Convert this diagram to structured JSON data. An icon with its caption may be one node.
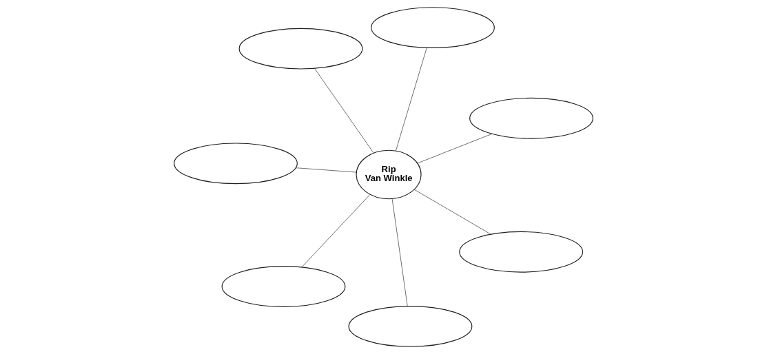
{
  "diagram": {
    "nodes": [
      {
        "text": [],
        "shape": "ellipse"
      },
      {
        "text": [],
        "shape": "ellipse"
      },
      {
        "text": [],
        "shape": "ellipse"
      },
      {
        "text": [
          "Rip Van Winkle"
        ]
      },
      {
        "text": [],
        "shape": "ellipse"
      },
      {
        "text": [],
        "shape": "ellipse"
      },
      {
        "text": [],
        "shape": "ellipse"
      },
      {
        "text": [],
        "shape": "ellipse"
      }
    ],
    "edges": [
      {
        "from": 3,
        "to": 0,
        "arrow": "none"
      },
      {
        "from": 3,
        "to": 1,
        "arrow": "none"
      },
      {
        "from": 3,
        "to": 2,
        "arrow": "none"
      },
      {
        "from": 3,
        "to": 4,
        "arrow": "none"
      },
      {
        "from": 3,
        "to": 5,
        "arrow": "none"
      },
      {
        "from": 3,
        "to": 6,
        "arrow": "none"
      },
      {
        "from": 3,
        "to": 7,
        "arrow": "none"
      }
    ]
  }
}
